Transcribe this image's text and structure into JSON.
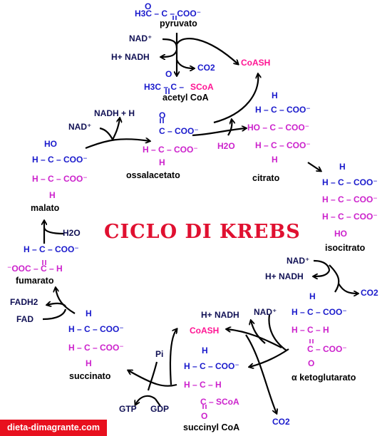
{
  "title": "CICLO DI KREBS",
  "watermark": "dieta-dimagrante.com",
  "colors": {
    "carbon_blue": "#1a1acc",
    "carbon_purple": "#cc22cc",
    "coash_pink": "#ff1493",
    "title_red": "#e01030",
    "watermark_bg": "#e8101e"
  },
  "pyruvate": {
    "formula": "H3C – C – COO⁻",
    "oxo": "O",
    "name": "pyruvato"
  },
  "pdh": {
    "nad": "NAD⁺",
    "nadh": "H+ NADH",
    "co2": "CO2",
    "coash": "CoASH"
  },
  "acetyl": {
    "left": "H3C – C – ",
    "scoa": "SCoA",
    "oxo": "O",
    "name": "acetyl CoA"
  },
  "oxaloacetate": {
    "r1": "O",
    "r2": "C – COO⁻",
    "r3": "H – C – COO⁻",
    "r4": "H",
    "name": "ossalacetato"
  },
  "citrate": {
    "r1": "H",
    "r2": "H – C – COO⁻",
    "r3": "HO – C – COO⁻",
    "r4": "H – C – COO⁻",
    "r5": "H",
    "name": "citrato",
    "water": "H2O"
  },
  "isocitrate": {
    "r1": "H",
    "r2": "H – C – COO⁻",
    "r3": "H – C – COO⁻",
    "r4": "H – C – COO⁻",
    "r5": "HO",
    "name": "isocitrato",
    "nad": "NAD⁺",
    "nadh": "H+ NADH",
    "co2": "CO2"
  },
  "akg": {
    "r1": "H",
    "r2": "H – C – COO⁻",
    "r3": "H – C – H",
    "r4": "C – COO⁻",
    "r5": "O",
    "name": "α ketoglutarato",
    "nad": "NAD⁺",
    "nadh": "H+ NADH",
    "co2": "CO2",
    "coash": "CoASH"
  },
  "succinylcoa": {
    "r1": "H",
    "r2": "H – C – COO⁻",
    "r3": "H – C – H",
    "r4": "C – SCoA",
    "r5": "O",
    "name": "succinyl CoA",
    "pi": "Pi",
    "gtp": "GTP",
    "gdp": "GDP"
  },
  "succinate": {
    "r1": "H",
    "r2": "H – C – COO⁻",
    "r3": "H – C – COO⁻",
    "r4": "H",
    "name": "succinato",
    "fadh2": "FADH2",
    "fad": "FAD"
  },
  "fumarate": {
    "r1": "H – C – COO⁻",
    "r2": "⁻OOC – C – H",
    "name": "fumarato",
    "water": "H2O"
  },
  "malate": {
    "r1": "HO",
    "r2": "H – C – COO⁻",
    "r3": "H – C – COO⁻",
    "r4": "H",
    "name": "malato",
    "nad": "NAD⁺",
    "nadh": "NADH + H"
  }
}
